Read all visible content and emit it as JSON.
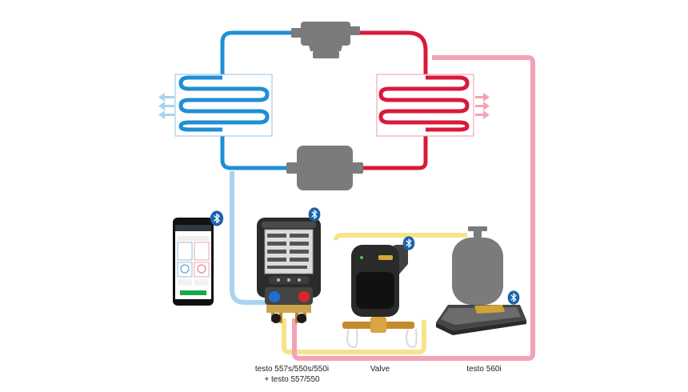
{
  "labels": {
    "manifold_line1": "testo 557s/550s/550i",
    "manifold_line2": "+ testo 557/550",
    "valve": "Valve",
    "scale": "testo 560i"
  },
  "icons": {
    "bluetooth": "bluetooth-icon",
    "airflow": "airflow-arrow-icon"
  },
  "colors": {
    "cold_line": "#1f8fd6",
    "hot_line": "#d9193b",
    "hose_blue": "#a9d3ee",
    "hose_yellow": "#f7e48a",
    "hose_pink": "#f3a3b5",
    "device_gray": "#7b7b7b",
    "bluetooth": "#1a63ad"
  },
  "components": [
    "compressor",
    "evaporator",
    "condenser",
    "expansion-valve",
    "smartphone-app",
    "digital-manifold",
    "smart-valve",
    "refrigerant-bottle",
    "refrigerant-scale"
  ]
}
